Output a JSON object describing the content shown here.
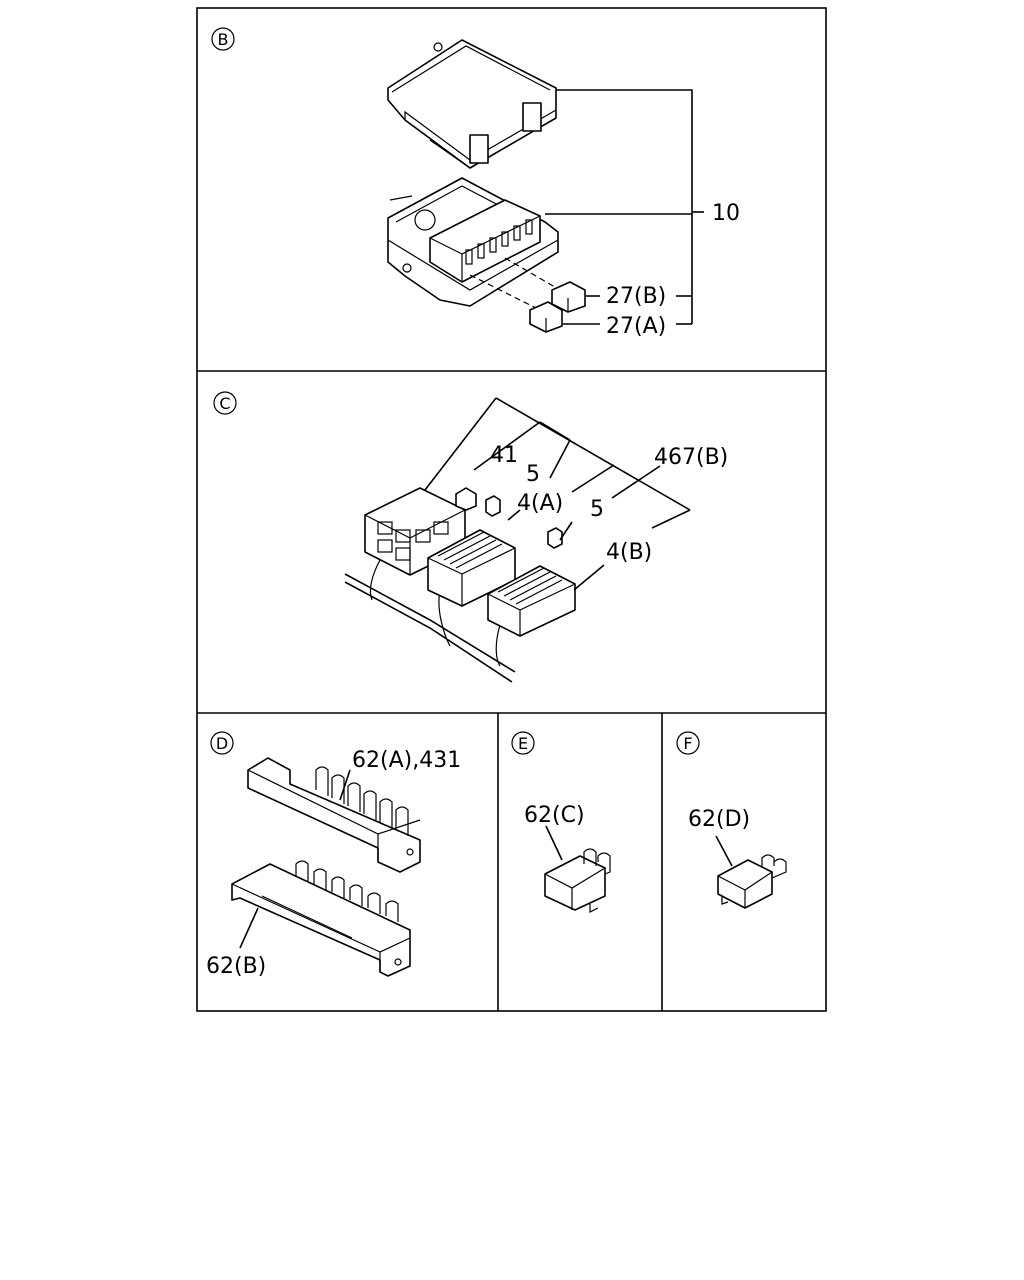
{
  "sections": {
    "b": {
      "marker": "B",
      "labels": {
        "assembly": "10",
        "part_b": "27(B)",
        "part_a": "27(A)"
      }
    },
    "c": {
      "marker": "C",
      "labels": {
        "p41": "41",
        "p5a": "5",
        "p467b": "467(B)",
        "p4a": "4(A)",
        "p5b": "5",
        "p4b": "4(B)"
      }
    },
    "d": {
      "marker": "D",
      "labels": {
        "top": "62(A),431",
        "bottom": "62(B)"
      }
    },
    "e": {
      "marker": "E",
      "labels": {
        "part": "62(C)"
      }
    },
    "f": {
      "marker": "F",
      "labels": {
        "part": "62(D)"
      }
    }
  }
}
